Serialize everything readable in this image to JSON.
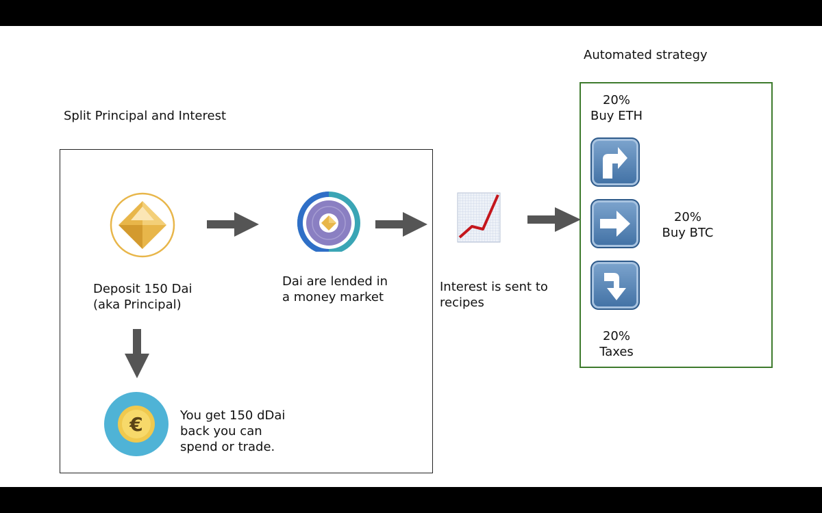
{
  "headings": {
    "split": "Split Principal and Interest",
    "automated": "Automated strategy"
  },
  "steps": {
    "deposit": "Deposit 150 Dai\n(aka Principal)",
    "lended": "Dai are lended in\na money market",
    "interest": "Interest is sent to\nrecipes",
    "receive": "You get 150 dDai\nback you can\nspend or trade."
  },
  "strategy": {
    "eth": "20%\nBuy ETH",
    "btc": "20%\nBuy BTC",
    "taxes": "20%\nTaxes"
  },
  "icons": {
    "dai_coin": "dai-diamond-icon",
    "money_market": "money-market-icon",
    "chart": "chart-increasing-icon",
    "euro": "euro-coin-icon",
    "up": "arrow-curving-up-icon",
    "right": "arrow-right-icon",
    "down": "arrow-curving-down-icon"
  },
  "colors": {
    "green_border": "#3d7a2c",
    "arrow": "#555555",
    "gold": "#e8b64a"
  }
}
